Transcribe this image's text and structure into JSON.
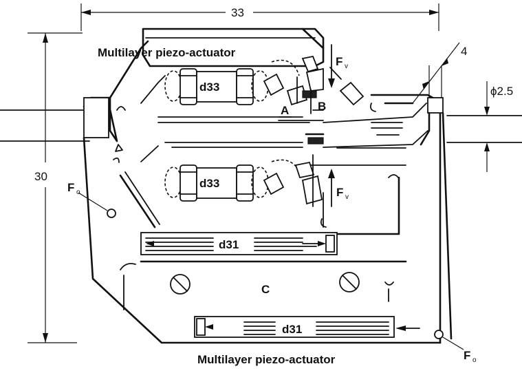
{
  "labels": {
    "top_actuator": "Multilayer piezo-actuator",
    "bottom_actuator": "Multilayer piezo-actuator",
    "d33_upper": "d33",
    "d33_lower": "d33",
    "d31_upper": "d31",
    "d31_lower": "d31",
    "point_a": "A",
    "point_b": "B",
    "point_c": "C",
    "force_v": "F",
    "force_v_sub": "v",
    "force_o": "F",
    "force_o_sub": "o"
  },
  "dimensions": {
    "width": "33",
    "height": "30",
    "thickness": "4",
    "rod_diameter": "ϕ2.5"
  }
}
